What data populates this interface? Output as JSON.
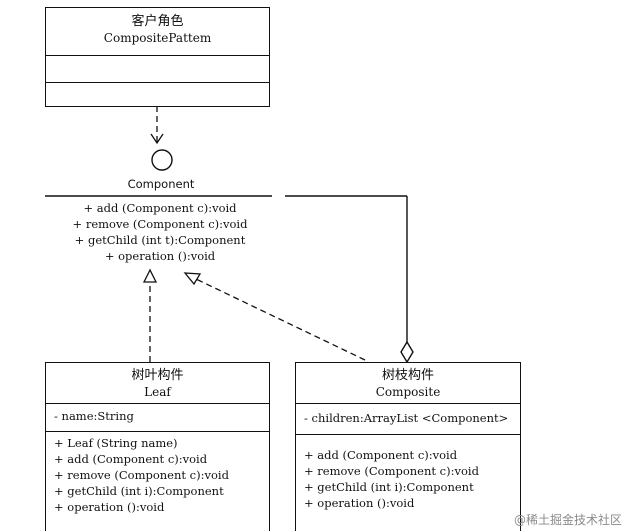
{
  "client": {
    "name_cn": "客户角色",
    "name_en": "CompositePattem"
  },
  "component": {
    "name": "Component",
    "methods": [
      "+ add (Component c):void",
      "+ remove (Component c):void",
      "+ getChild (int t):Component",
      "+ operation ():void"
    ]
  },
  "leaf": {
    "name_cn": "树叶构件",
    "name_en": "Leaf",
    "attributes": [
      "- name:String"
    ],
    "methods": [
      "+ Leaf (String name)",
      "+ add (Component c):void",
      "+ remove (Component c):void",
      "+ getChild (int i):Component",
      "+ operation ():void"
    ]
  },
  "composite": {
    "name_cn": "树枝构件",
    "name_en": "Composite",
    "attributes": [
      "- children:ArrayList <Component>"
    ],
    "methods": [
      "+ add (Component c):void",
      "+ remove (Component c):void",
      "+ getChild (int i):Component",
      "+ operation ():void"
    ]
  },
  "watermark": "@稀土掘金技术社区"
}
